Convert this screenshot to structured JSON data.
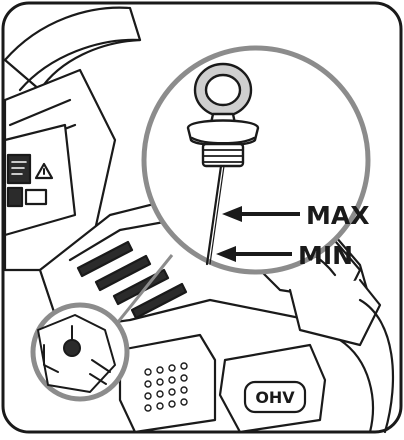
{
  "diagram": {
    "callout_labels": {
      "max": "MAX",
      "min": "MIN"
    },
    "engine_badge": "OHV",
    "colors": {
      "line": "#1a1a1a",
      "fill": "#ffffff",
      "shade": "#cfcfcf",
      "dark_fill": "#2b2b2b",
      "callout_ring": "#8c8c8c"
    },
    "icons": [
      "dipstick-icon",
      "arrow-left-icon",
      "engine-icon",
      "warning-icon"
    ]
  }
}
